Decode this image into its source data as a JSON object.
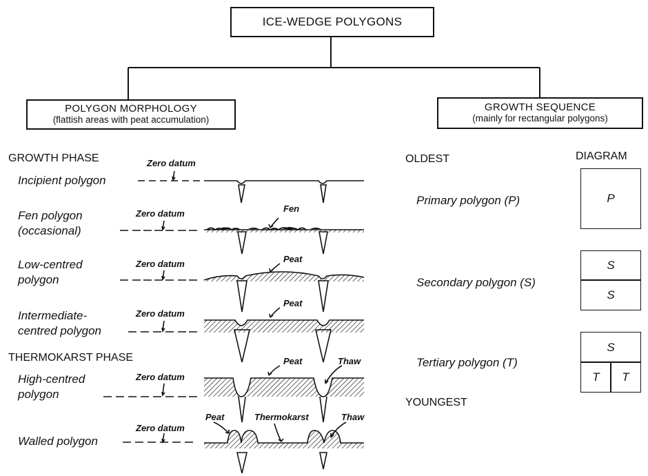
{
  "title": "ICE-WEDGE POLYGONS",
  "morphology": {
    "heading": "POLYGON MORPHOLOGY",
    "subheading": "(flattish areas with peat accumulation)",
    "growth_phase": "GROWTH PHASE",
    "thermokarst_phase": "THERMOKARST PHASE",
    "zero_datum": "Zero datum",
    "items": [
      {
        "line1": "Incipient polygon",
        "line2": ""
      },
      {
        "line1": "Fen polygon",
        "line2": "(occasional)"
      },
      {
        "line1": "Low-centred",
        "line2": "polygon"
      },
      {
        "line1": "Intermediate-",
        "line2": "centred polygon"
      },
      {
        "line1": "High-centred",
        "line2": "polygon"
      },
      {
        "line1": "Walled polygon",
        "line2": ""
      }
    ],
    "annotations": {
      "fen": "Fen",
      "peat": "Peat",
      "thaw": "Thaw",
      "thermokarst": "Thermokarst"
    }
  },
  "sequence": {
    "heading": "GROWTH SEQUENCE",
    "subheading": "(mainly for rectangular polygons)",
    "oldest": "OLDEST",
    "youngest": "YOUNGEST",
    "diagram_label": "DIAGRAM",
    "items": [
      {
        "label": "Primary polygon (P)",
        "cells": [
          "P"
        ]
      },
      {
        "label": "Secondary polygon (S)",
        "cells": [
          "S",
          "S"
        ]
      },
      {
        "label": "Tertiary polygon (T)",
        "cells": [
          "S",
          "T",
          "T"
        ]
      }
    ]
  }
}
